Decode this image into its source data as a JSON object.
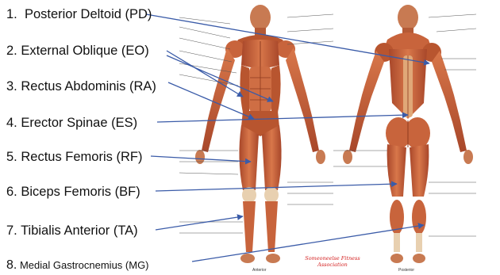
{
  "labels": [
    {
      "num": "1.",
      "text": "Posterior Deltoid (PD)"
    },
    {
      "num": "2.",
      "text": "External Oblique (EO)"
    },
    {
      "num": "3.",
      "text": "Rectus Abdominis (RA)"
    },
    {
      "num": "4.",
      "text": "Erector Spinae (ES)"
    },
    {
      "num": "5.",
      "text": "Rectus Femoris (RF)"
    },
    {
      "num": "6.",
      "text": "Biceps Femoris (BF)"
    },
    {
      "num": "7.",
      "text": "Tibialis Anterior (TA)"
    },
    {
      "num": "8.",
      "text": "Medial Gastrocnemius  (MG)"
    }
  ],
  "logo": {
    "line1": "Someoneelse Fitness",
    "line2": "Association"
  },
  "captions": {
    "front": "Anterior",
    "back": "Posterior"
  },
  "colors": {
    "arrow": "#3a5ba8",
    "muscle": "#c8643c",
    "muscle_dark": "#8e3a1e",
    "tendon": "#e8d0b0",
    "logo": "#d42020"
  }
}
